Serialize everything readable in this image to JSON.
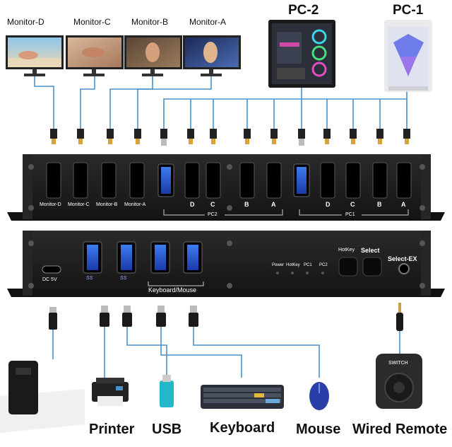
{
  "monitors": [
    "Monitor-D",
    "Monitor-C",
    "Monitor-B",
    "Monitor-A"
  ],
  "pcs": [
    "PC-2",
    "PC-1"
  ],
  "front_panel": {
    "monitor_ports": [
      "Monitor-D",
      "Monitor-C",
      "Monitor-B",
      "Monitor-A"
    ],
    "pc2_ports": [
      "D",
      "C",
      "B",
      "A"
    ],
    "pc1_ports": [
      "D",
      "C",
      "B",
      "A"
    ],
    "pc2_group": "PC2",
    "pc1_group": "PC1"
  },
  "back_panel": {
    "power_port": "DC 5V",
    "usb_logo": "SS",
    "keyboard_mouse_label": "Keyboard/Mouse",
    "leds": [
      "Power",
      "HotKey",
      "PC1",
      "PC2"
    ],
    "hotkey_button": "HotKey",
    "select_button": "Select",
    "select_ex": "Select-EX"
  },
  "remote_label": "SWITCH",
  "devices": [
    "Printer",
    "USB",
    "Keyboard",
    "Mouse",
    "Wired Remote"
  ],
  "colors": {
    "cable": "#4a90c9",
    "panel": "#1c1c1c",
    "usb_blue": "#2a5bd6"
  }
}
